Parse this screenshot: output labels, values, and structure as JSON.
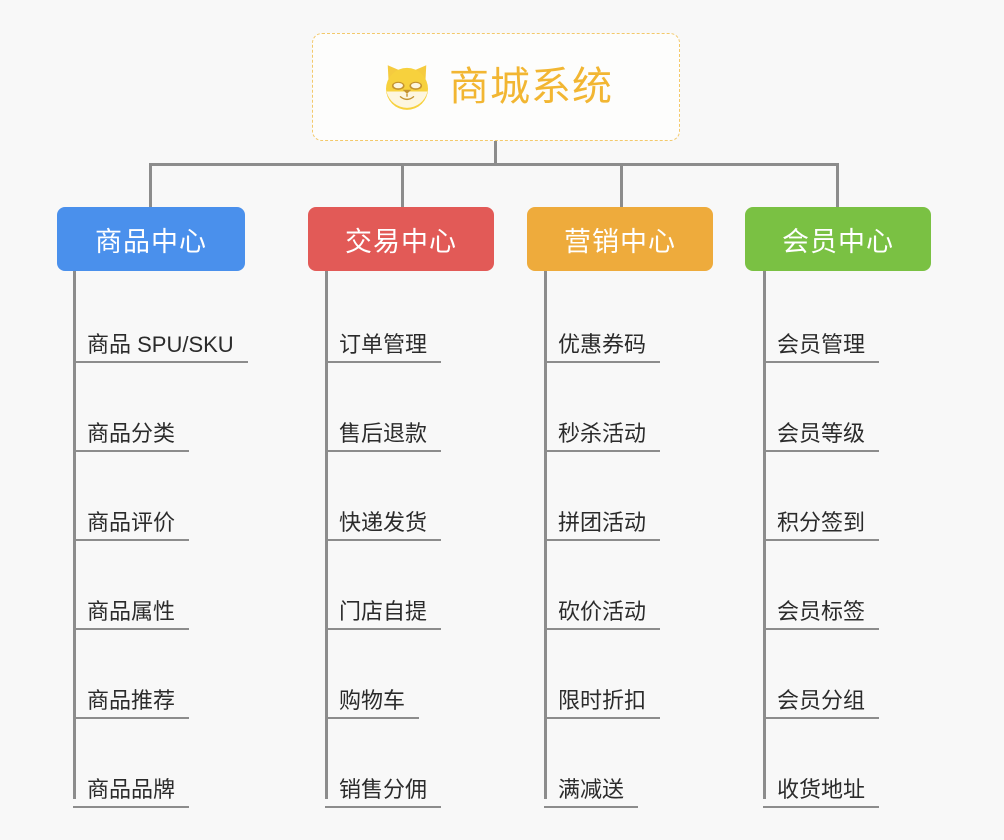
{
  "background_color": "#f8f8f8",
  "root": {
    "title": "商城系统",
    "icon": "shiba-dog-face-icon",
    "text_color": "#f2b632",
    "border_color": "#f3c96b"
  },
  "connector_color": "#8c8c8c",
  "columns": [
    {
      "id": "product-center",
      "title": "商品中心",
      "color": "#4a90ec",
      "items": [
        "商品 SPU/SKU",
        "商品分类",
        "商品评价",
        "商品属性",
        "商品推荐",
        "商品品牌"
      ]
    },
    {
      "id": "trade-center",
      "title": "交易中心",
      "color": "#e25a57",
      "items": [
        "订单管理",
        "售后退款",
        "快递发货",
        "门店自提",
        "购物车",
        "销售分佣"
      ]
    },
    {
      "id": "marketing-center",
      "title": "营销中心",
      "color": "#eeab3c",
      "items": [
        "优惠券码",
        "秒杀活动",
        "拼团活动",
        "砍价活动",
        "限时折扣",
        "满减送"
      ]
    },
    {
      "id": "member-center",
      "title": "会员中心",
      "color": "#7ac143",
      "items": [
        "会员管理",
        "会员等级",
        "积分签到",
        "会员标签",
        "会员分组",
        "收货地址"
      ]
    }
  ]
}
